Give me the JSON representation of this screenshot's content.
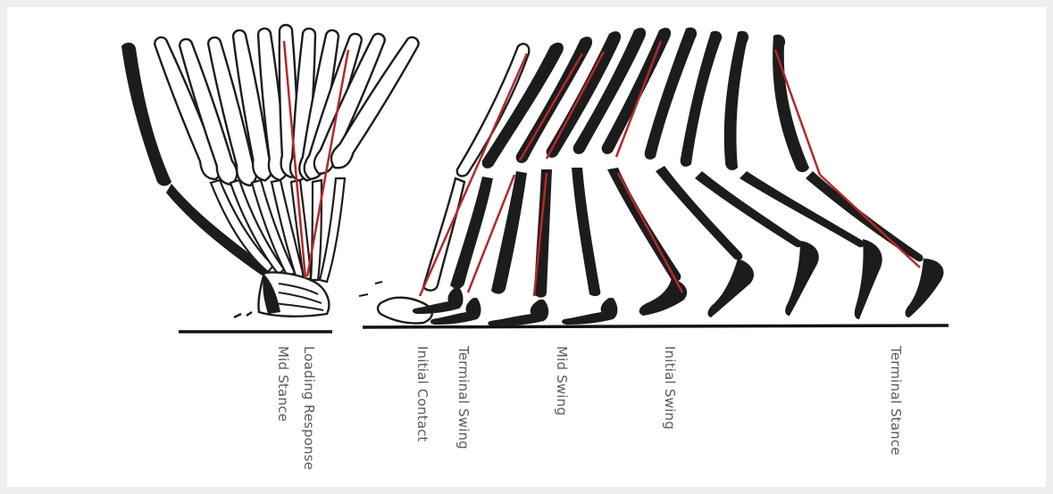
{
  "diagram": {
    "phases": {
      "mid_stance": "Mid Stance",
      "loading_response": "Loading Response",
      "initial_contact": "Initial Contact",
      "terminal_swing": "Terminal Swing",
      "mid_swing": "Mid Swing",
      "initial_swing": "Initial Swing",
      "terminal_stance": "Terminal Stance"
    },
    "colors": {
      "bone_fill": "#1c1c1c",
      "bone_outline": "#1c1c1c",
      "axis_line": "#b3282d",
      "ground": "#111111",
      "label": "#5a5a5a"
    }
  }
}
